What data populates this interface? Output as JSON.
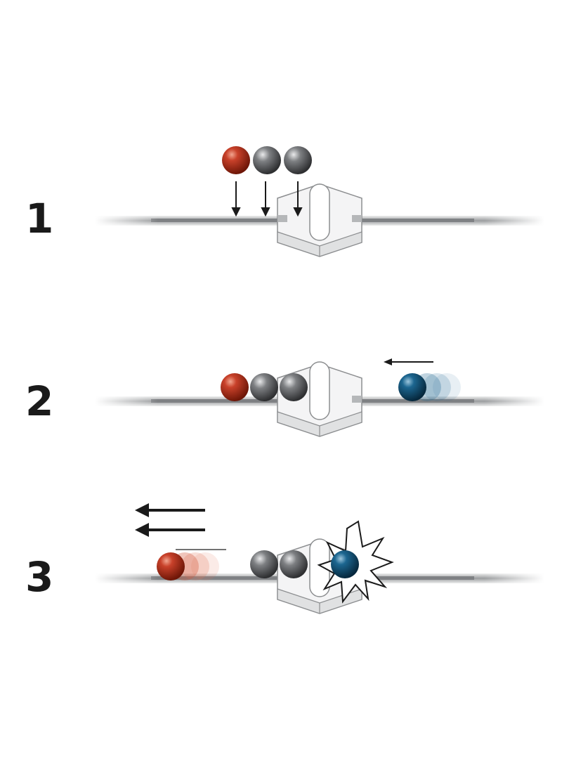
{
  "steps": [
    {
      "number": "1"
    },
    {
      "number": "2"
    },
    {
      "number": "3"
    }
  ],
  "colors": {
    "red_ball": "#b8301c",
    "grey_ball": "#5f6062",
    "blue_ball": "#0e4e72",
    "rail": "#a9abad",
    "block": "#ffffff",
    "arrow": "#1a1a1a"
  }
}
